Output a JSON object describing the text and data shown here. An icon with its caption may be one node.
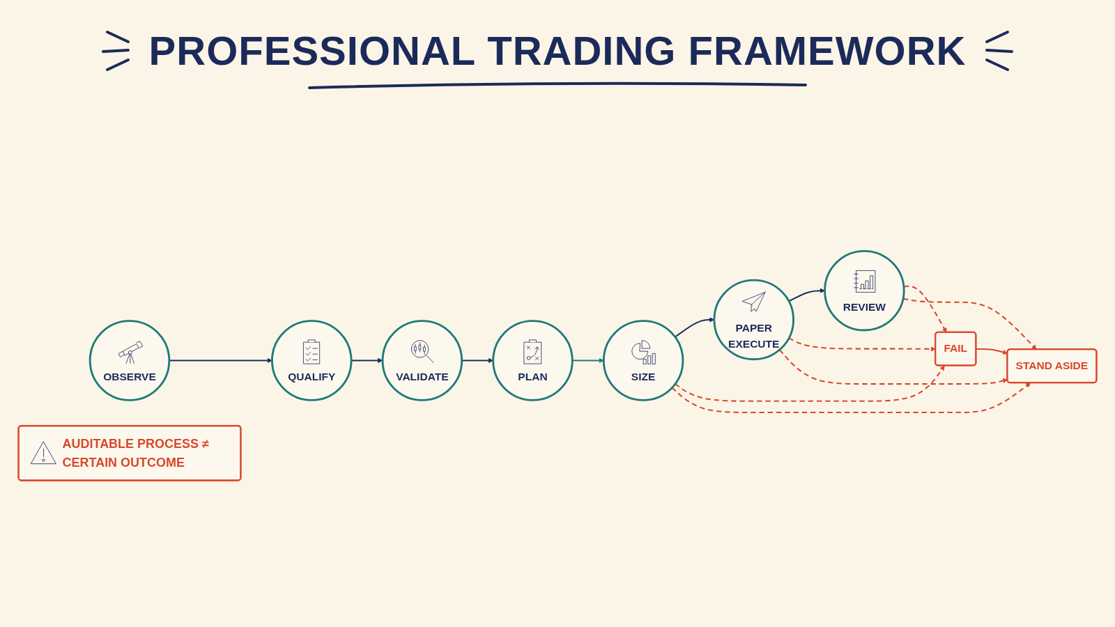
{
  "diagram": {
    "title": "PROFESSIONAL TRADING FRAMEWORK",
    "nodes": [
      {
        "text": [
          "OBSERVE"
        ]
      },
      {
        "text": [
          "QUALIFY"
        ]
      },
      {
        "text": [
          "VALIDATE"
        ]
      },
      {
        "text": [
          "PLAN"
        ]
      },
      {
        "text": [
          "SIZE"
        ]
      },
      {
        "text": [
          "PAPER EXECUTE"
        ]
      },
      {
        "text": [
          "REVIEW"
        ]
      },
      {
        "text": [
          "FAIL"
        ]
      },
      {
        "text": [
          "STAND ASIDE"
        ]
      },
      {
        "text": [
          "AUDITABLE PROCESS ≠ CERTAIN OUTCOME"
        ]
      }
    ],
    "edges": [
      {
        "from": 0,
        "to": 1,
        "arrow": "to",
        "color": "#1c2a5a"
      },
      {
        "from": 1,
        "to": 2,
        "arrow": "to",
        "color": "#1c2a5a"
      },
      {
        "from": 2,
        "to": 3,
        "arrow": "to",
        "color": "#1c2a5a"
      },
      {
        "from": 3,
        "to": 4,
        "arrow": "to",
        "color": "#1f7a78"
      },
      {
        "from": 4,
        "to": 5,
        "arrow": "to",
        "color": "#1c2a5a"
      },
      {
        "from": 5,
        "to": 6,
        "arrow": "to",
        "color": "#1c2a5a"
      },
      {
        "from": 4,
        "to": 7,
        "arrow": "to",
        "style": "dashed"
      },
      {
        "from": 4,
        "to": 8,
        "arrow": "to",
        "style": "dashed"
      },
      {
        "from": 5,
        "to": 7,
        "arrow": "to",
        "style": "dashed"
      },
      {
        "from": 5,
        "to": 8,
        "arrow": "to",
        "style": "dashed"
      },
      {
        "from": 6,
        "to": 7,
        "arrow": "to",
        "style": "dashed"
      },
      {
        "from": 6,
        "to": 8,
        "arrow": "to",
        "style": "dashed"
      },
      {
        "from": 7,
        "to": 8,
        "arrow": "to"
      }
    ]
  }
}
